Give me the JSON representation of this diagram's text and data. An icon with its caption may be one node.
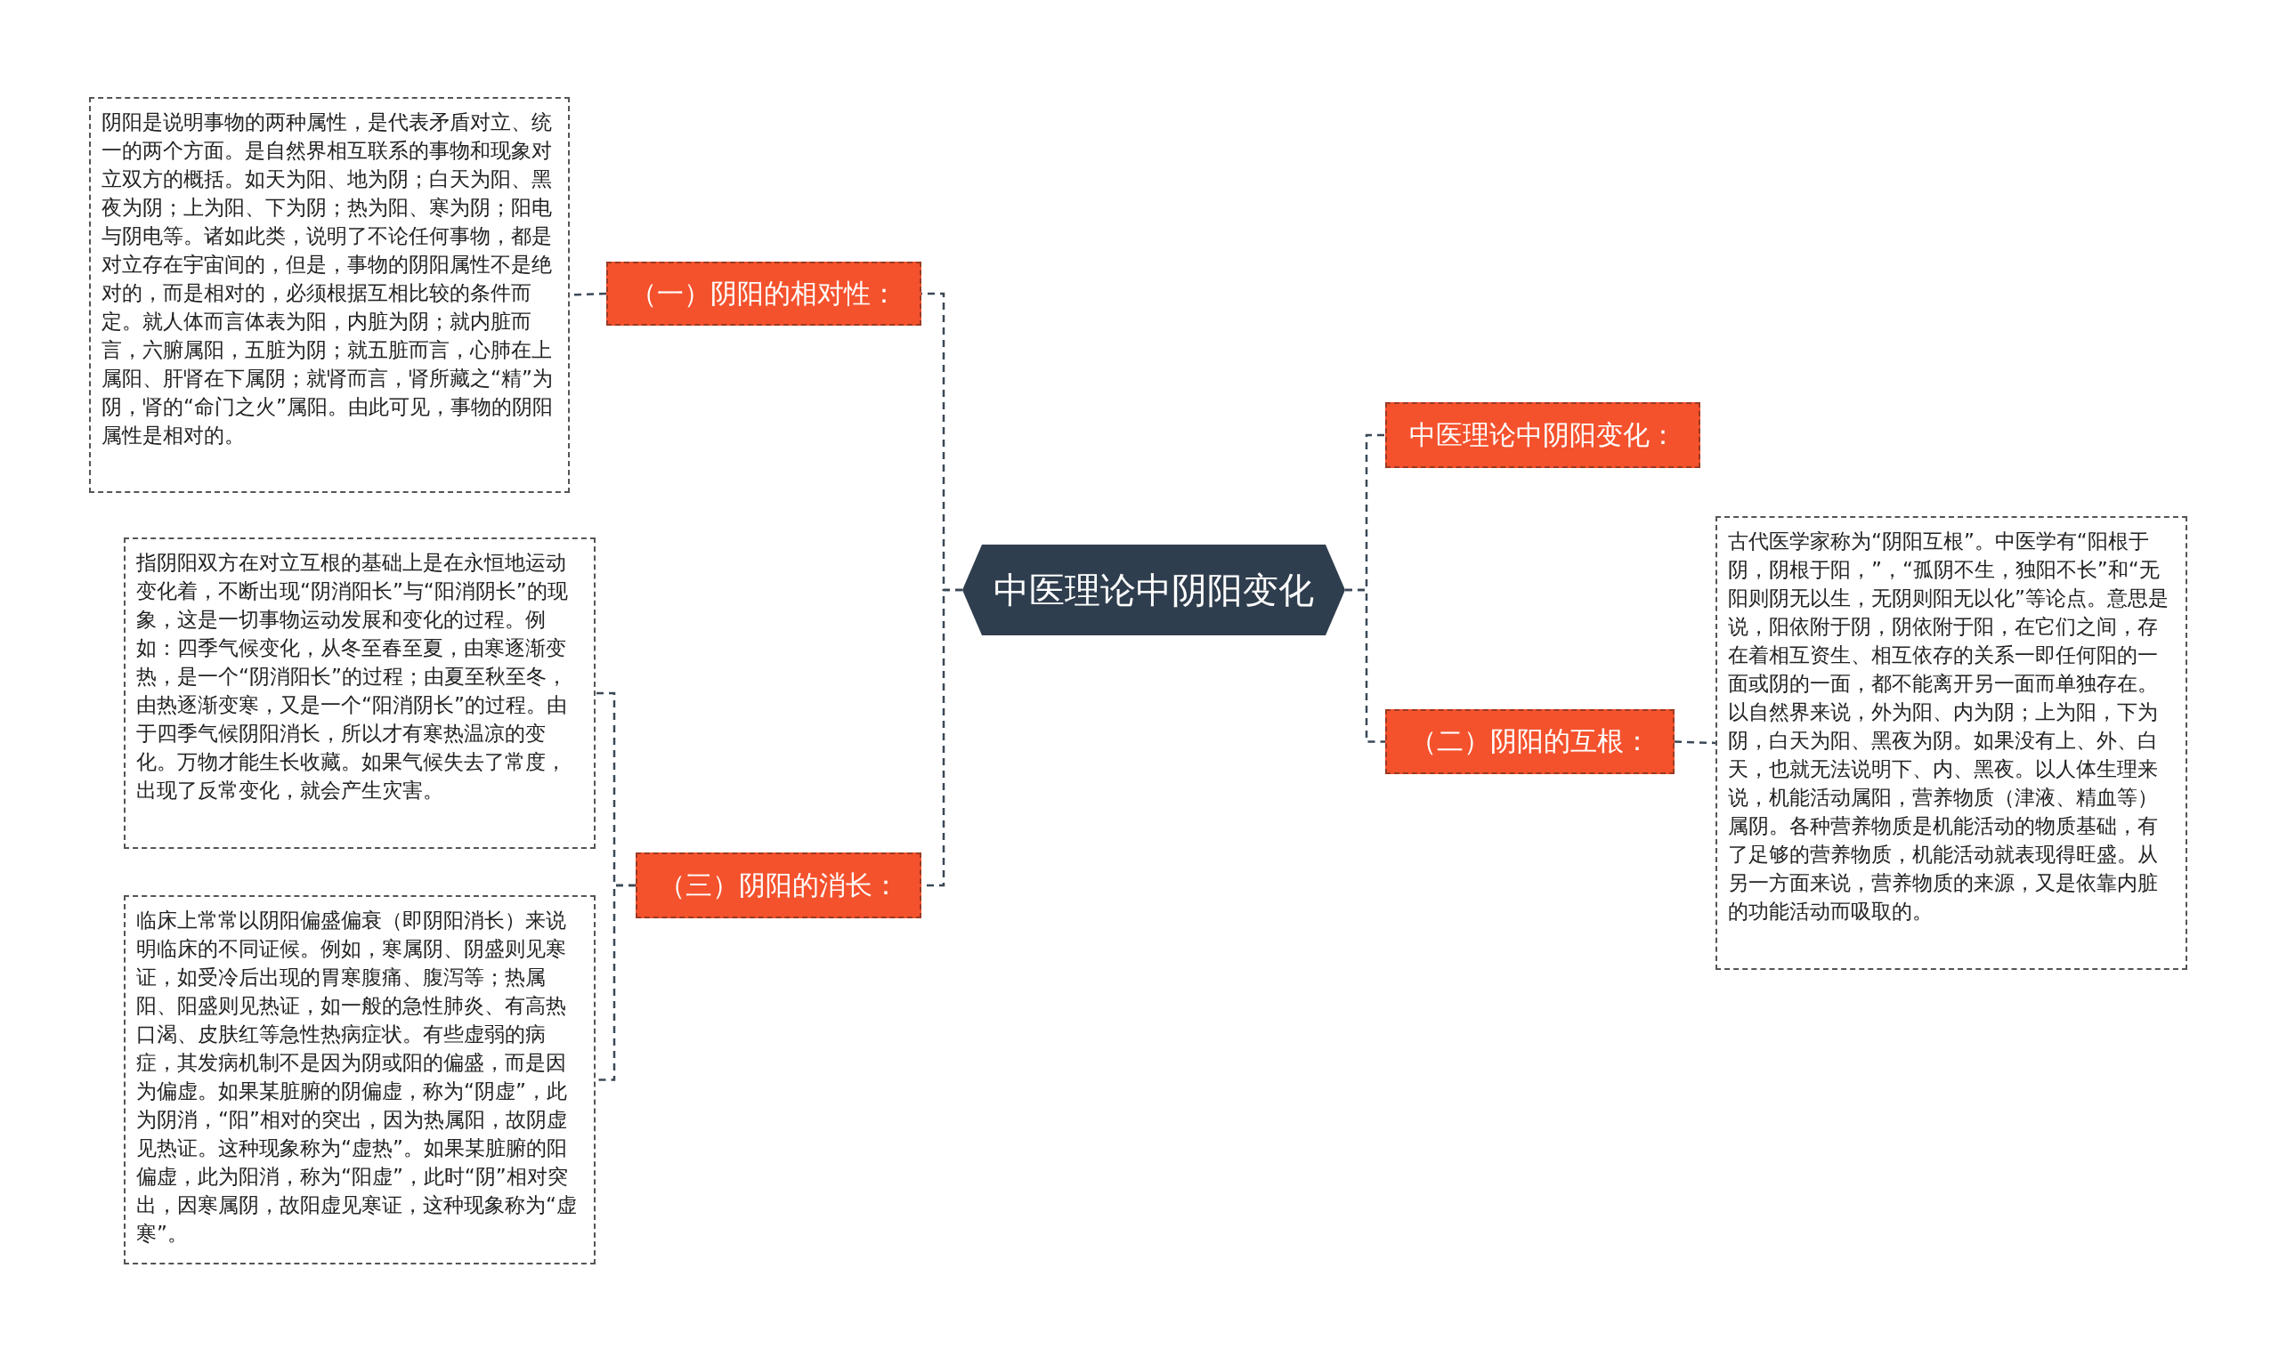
{
  "diagram": {
    "nodes": [
      {
        "text": [
          "中医理论中阴阳变化"
        ]
      },
      {
        "text": [
          "（一）阴阳的相对性："
        ]
      },
      {
        "text": [
          "阴阳是说明事物的两种属性，是代表矛盾对立、统一的两个方面。是自然界相互联系的事物和现象对立双方的概括。如天为阳、地为阴；白天为阳、黑夜为阴；上为阳、下为阴；热为阳、寒为阴；阳电与阴电等。诸如此类，说明了不论任何事物，都是对立存在宇宙间的，但是，事物的阴阳属性不是绝对的，而是相对的，必须根据互相比较的条件而定。就人体而言体表为阳，内脏为阴；就内脏而言，六腑属阳，五脏为阴；就五脏而言，心肺在上属阳、肝肾在下属阴；就肾而言，肾所藏之“精”为阴，肾的“命门之火”属阳。由此可见，事物的阴阳属性是相对的。"
        ]
      },
      {
        "text": [
          "中医理论中阴阳变化："
        ]
      },
      {
        "text": [
          "（二）阴阳的互根："
        ]
      },
      {
        "text": [
          "古代医学家称为“阴阳互根”。中医学有“阳根于阴，阴根于阳，”，“孤阴不生，独阳不长”和“无阳则阴无以生，无阴则阳无以化”等论点。意思是说，阳依附于阴，阴依附于阳，在它们之间，存在着相互资生、相互依存的关系一即任何阳的一面或阴的一面，都不能离开另一面而单独存在。以自然界来说，外为阳、内为阴；上为阳，下为阴，白天为阳、黑夜为阴。如果没有上、外、白天，也就无法说明下、内、黑夜。以人体生理来说，机能活动属阳，营养物质（津液、精血等）属阴。各种营养物质是机能活动的物质基础，有了足够的营养物质，机能活动就表现得旺盛。从另一方面来说，营养物质的来源，又是依靠内脏的功能活动而吸取的。"
        ]
      },
      {
        "text": [
          "（三）阴阳的消长："
        ]
      },
      {
        "text": [
          "指阴阳双方在对立互根的基础上是在永恒地运动变化着，不断出现“阴消阳长”与“阳消阴长”的现象，这是一切事物运动发展和变化的过程。例如：四季气候变化，从冬至春至夏，由寒逐渐变热，是一个“阴消阳长”的过程；由夏至秋至冬，由热逐渐变寒，又是一个“阳消阴长”的过程。由于四季气候阴阳消长，所以才有寒热温凉的变化。万物才能生长收藏。如果气候失去了常度，出现了反常变化，就会产生灾害。"
        ]
      },
      {
        "text": [
          "临床上常常以阴阳偏盛偏衰（即阴阳消长）来说明临床的不同证候。例如，寒属阴、阴盛则见寒证，如受冷后出现的胃寒腹痛、腹泻等；热属阳、阳盛则见热证，如一般的急性肺炎、有高热口渴、皮肤红等急性热病症状。有些虚弱的病症，其发病机制不是因为阴或阳的偏盛，而是因为偏虚。如果某脏腑的阴偏虚，称为“阴虚”，此为阴消，“阳”相对的突出，因为热属阳，故阴虚见热证。这种现象称为“虚热”。如果某脏腑的阳偏虚，此为阳消，称为“阳虚”，此时“阴”相对突出，因寒属阴，故阳虚见寒证，这种现象称为“虚寒”。"
        ]
      }
    ],
    "edges": [
      {
        "from": 0,
        "to": 1,
        "arrow": "none",
        "style": "dashed"
      },
      {
        "from": 1,
        "to": 2,
        "arrow": "none",
        "style": "dashed"
      },
      {
        "from": 0,
        "to": 3,
        "arrow": "none",
        "style": "dashed"
      },
      {
        "from": 0,
        "to": 4,
        "arrow": "none",
        "style": "dashed"
      },
      {
        "from": 4,
        "to": 5,
        "arrow": "none",
        "style": "dashed"
      },
      {
        "from": 0,
        "to": 6,
        "arrow": "none",
        "style": "dashed"
      },
      {
        "from": 6,
        "to": 7,
        "arrow": "none",
        "style": "dashed"
      },
      {
        "from": 6,
        "to": 8,
        "arrow": "none",
        "style": "dashed"
      }
    ]
  }
}
